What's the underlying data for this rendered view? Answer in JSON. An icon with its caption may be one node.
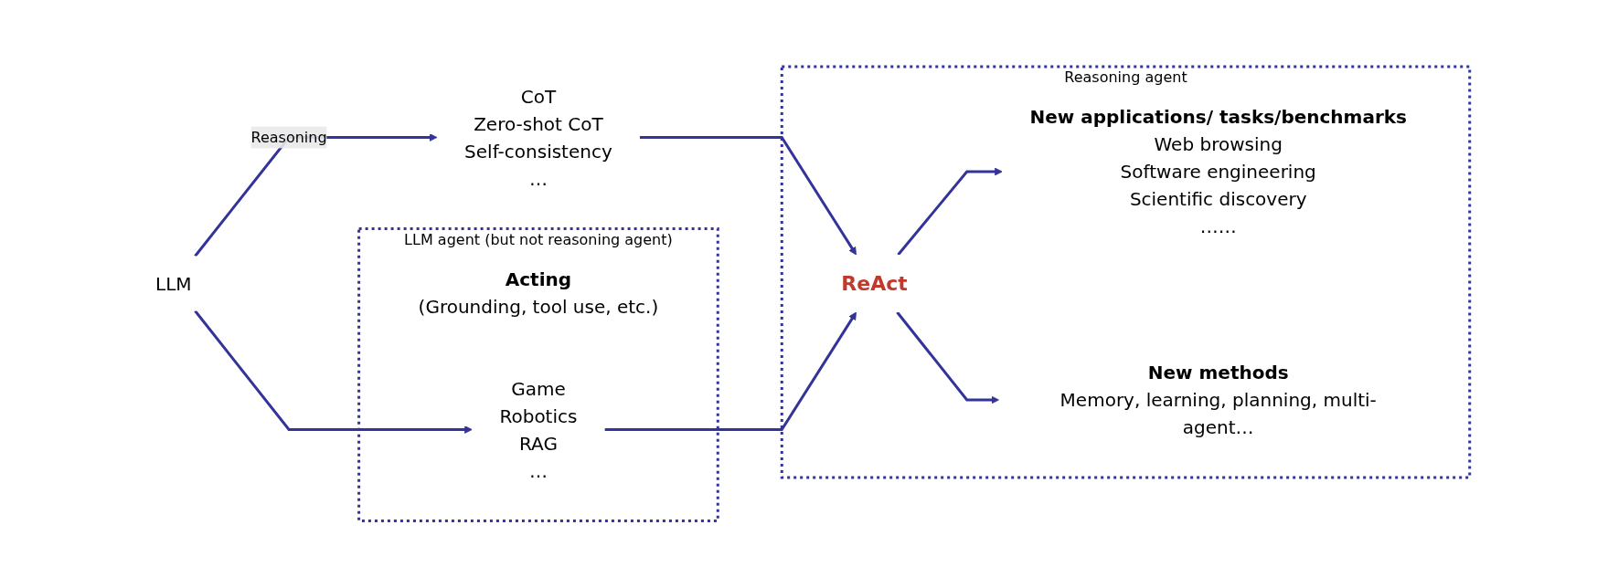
{
  "diagram": {
    "nodes": [
      {
        "text": [
          "LLM"
        ]
      },
      {
        "text": [
          "CoT",
          "Zero-shot CoT",
          "Self-consistency",
          "…"
        ]
      },
      {
        "text": [
          "LLM agent (but not reasoning agent)"
        ]
      },
      {
        "text": [
          "Acting",
          "(Grounding, tool use, etc.)"
        ],
        "in": 2
      },
      {
        "text": [
          "Game",
          "Robotics",
          "RAG",
          "…"
        ],
        "in": 2
      },
      {
        "text": [
          "Reasoning agent"
        ]
      },
      {
        "text": [
          "ReAct"
        ],
        "in": 5
      },
      {
        "text": [
          "New applications/ tasks/benchmarks",
          "Web browsing",
          "Software engineering",
          "Scientific discovery",
          "……"
        ],
        "in": 5
      },
      {
        "text": [
          "New methods",
          "Memory, learning, planning, multi-agent…"
        ],
        "in": 5
      }
    ],
    "edges": [
      {
        "from": 0,
        "to": 1,
        "arrow": "to",
        "label": "Reasoning"
      },
      {
        "from": 0,
        "to": 4,
        "arrow": "to"
      },
      {
        "from": 1,
        "to": 6,
        "arrow": "to"
      },
      {
        "from": 4,
        "to": 6,
        "arrow": "to"
      },
      {
        "from": 6,
        "to": 7,
        "arrow": "to"
      },
      {
        "from": 6,
        "to": 8,
        "arrow": "to"
      }
    ]
  }
}
